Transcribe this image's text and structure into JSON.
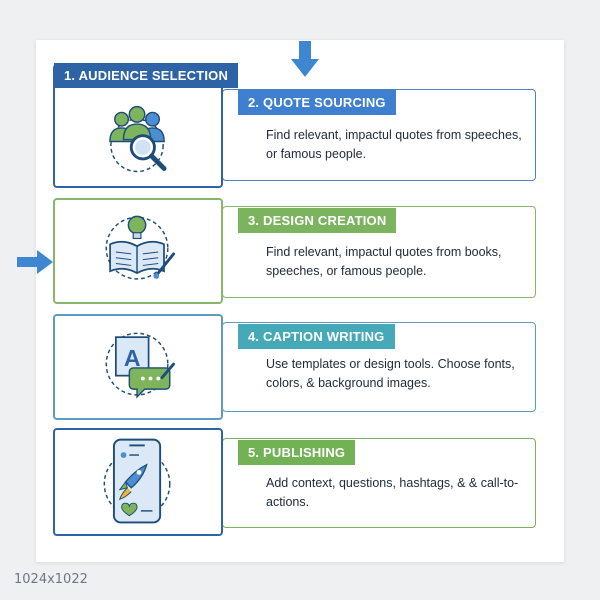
{
  "steps": [
    {
      "label": "1. AUDIENCE SELECTION",
      "icon": "audience-search-icon",
      "color": "#2e64a6"
    },
    {
      "label": "2. QUOTE SOURCING",
      "description": "Find relevant, impactul quotes from speeches, or famous people.",
      "color": "#3f7fcf"
    },
    {
      "label": "3. DESIGN CREATION",
      "description": "Find relevant, impactul quotes from books, speeches, or famous people.",
      "icon": "book-lightbulb-icon",
      "color": "#7cb35f"
    },
    {
      "label": "4. CAPTION WRITING",
      "description": "Use templates or design tools. Choose fonts, colors, & background images.",
      "icon": "caption-letter-chat-icon",
      "color": "#45a9b8"
    },
    {
      "label": "5. PUBLISHING",
      "description": "Add context, questions, hashtags, & & call-to-actions.",
      "icon": "phone-rocket-icon",
      "color": "#72b255"
    }
  ],
  "image_size": "1024x1022"
}
